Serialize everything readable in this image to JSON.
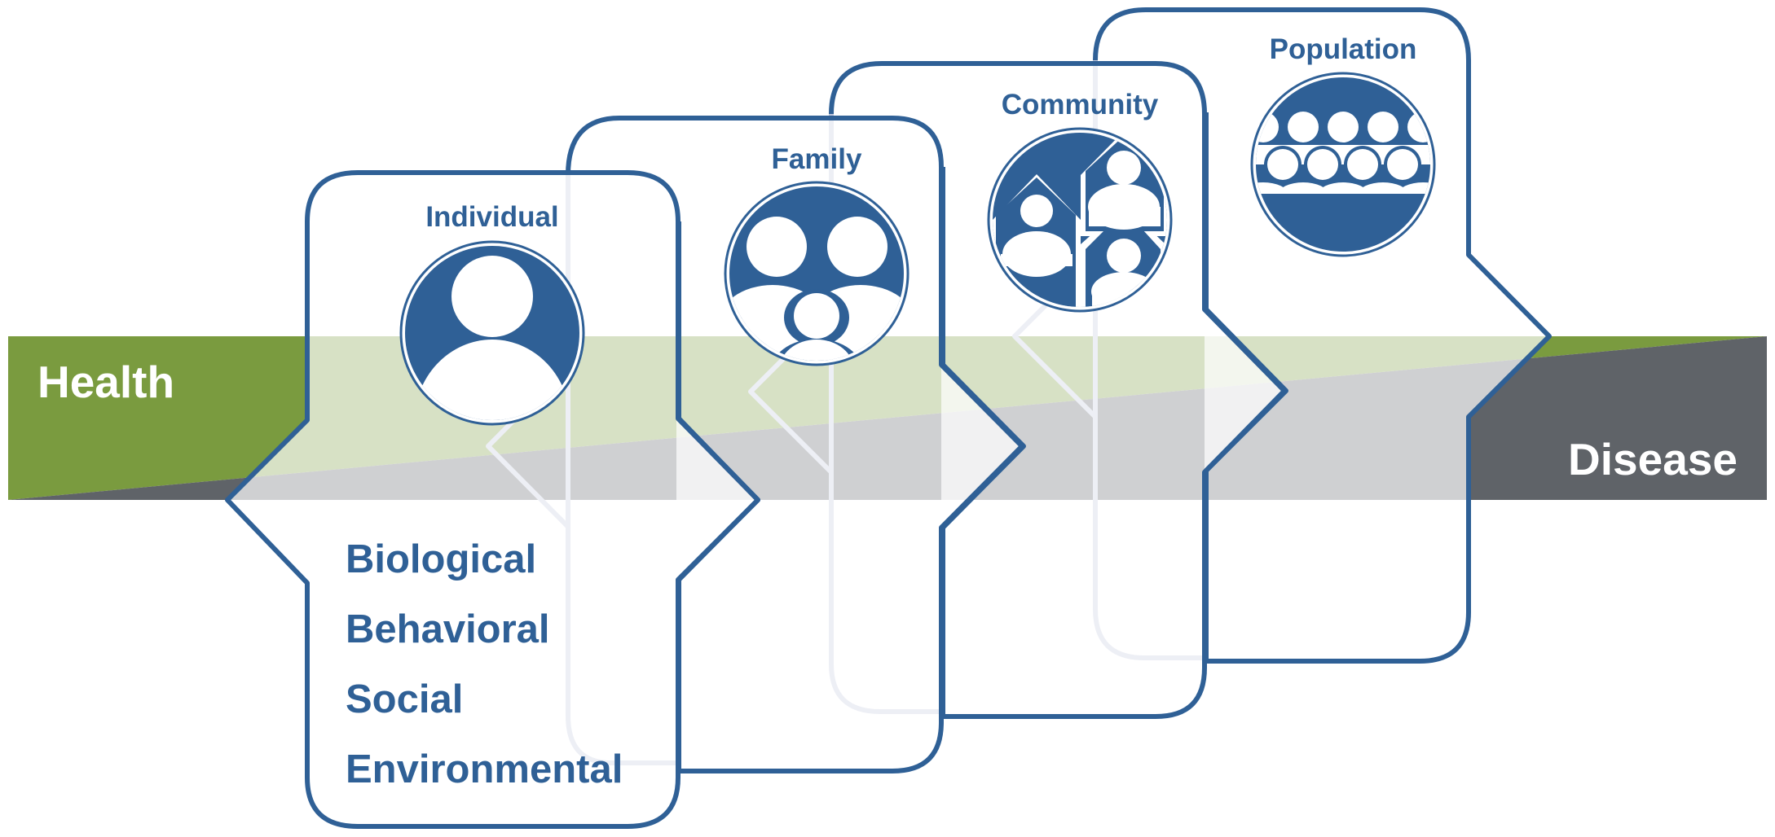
{
  "band": {
    "left_label": "Health",
    "right_label": "Disease"
  },
  "levels": [
    {
      "label": "Individual",
      "icon": "person-icon"
    },
    {
      "label": "Family",
      "icon": "family-icon"
    },
    {
      "label": "Community",
      "icon": "houses-people-icon"
    },
    {
      "label": "Population",
      "icon": "crowd-icon"
    }
  ],
  "factors": [
    "Biological",
    "Behavioral",
    "Social",
    "Environmental"
  ],
  "colors": {
    "health_green": "#7a9b3f",
    "disease_gray": "#5f6368",
    "outline_blue": "#2f6096",
    "faded_blue": "#c2c8dc",
    "text_blue": "#2f6096"
  }
}
